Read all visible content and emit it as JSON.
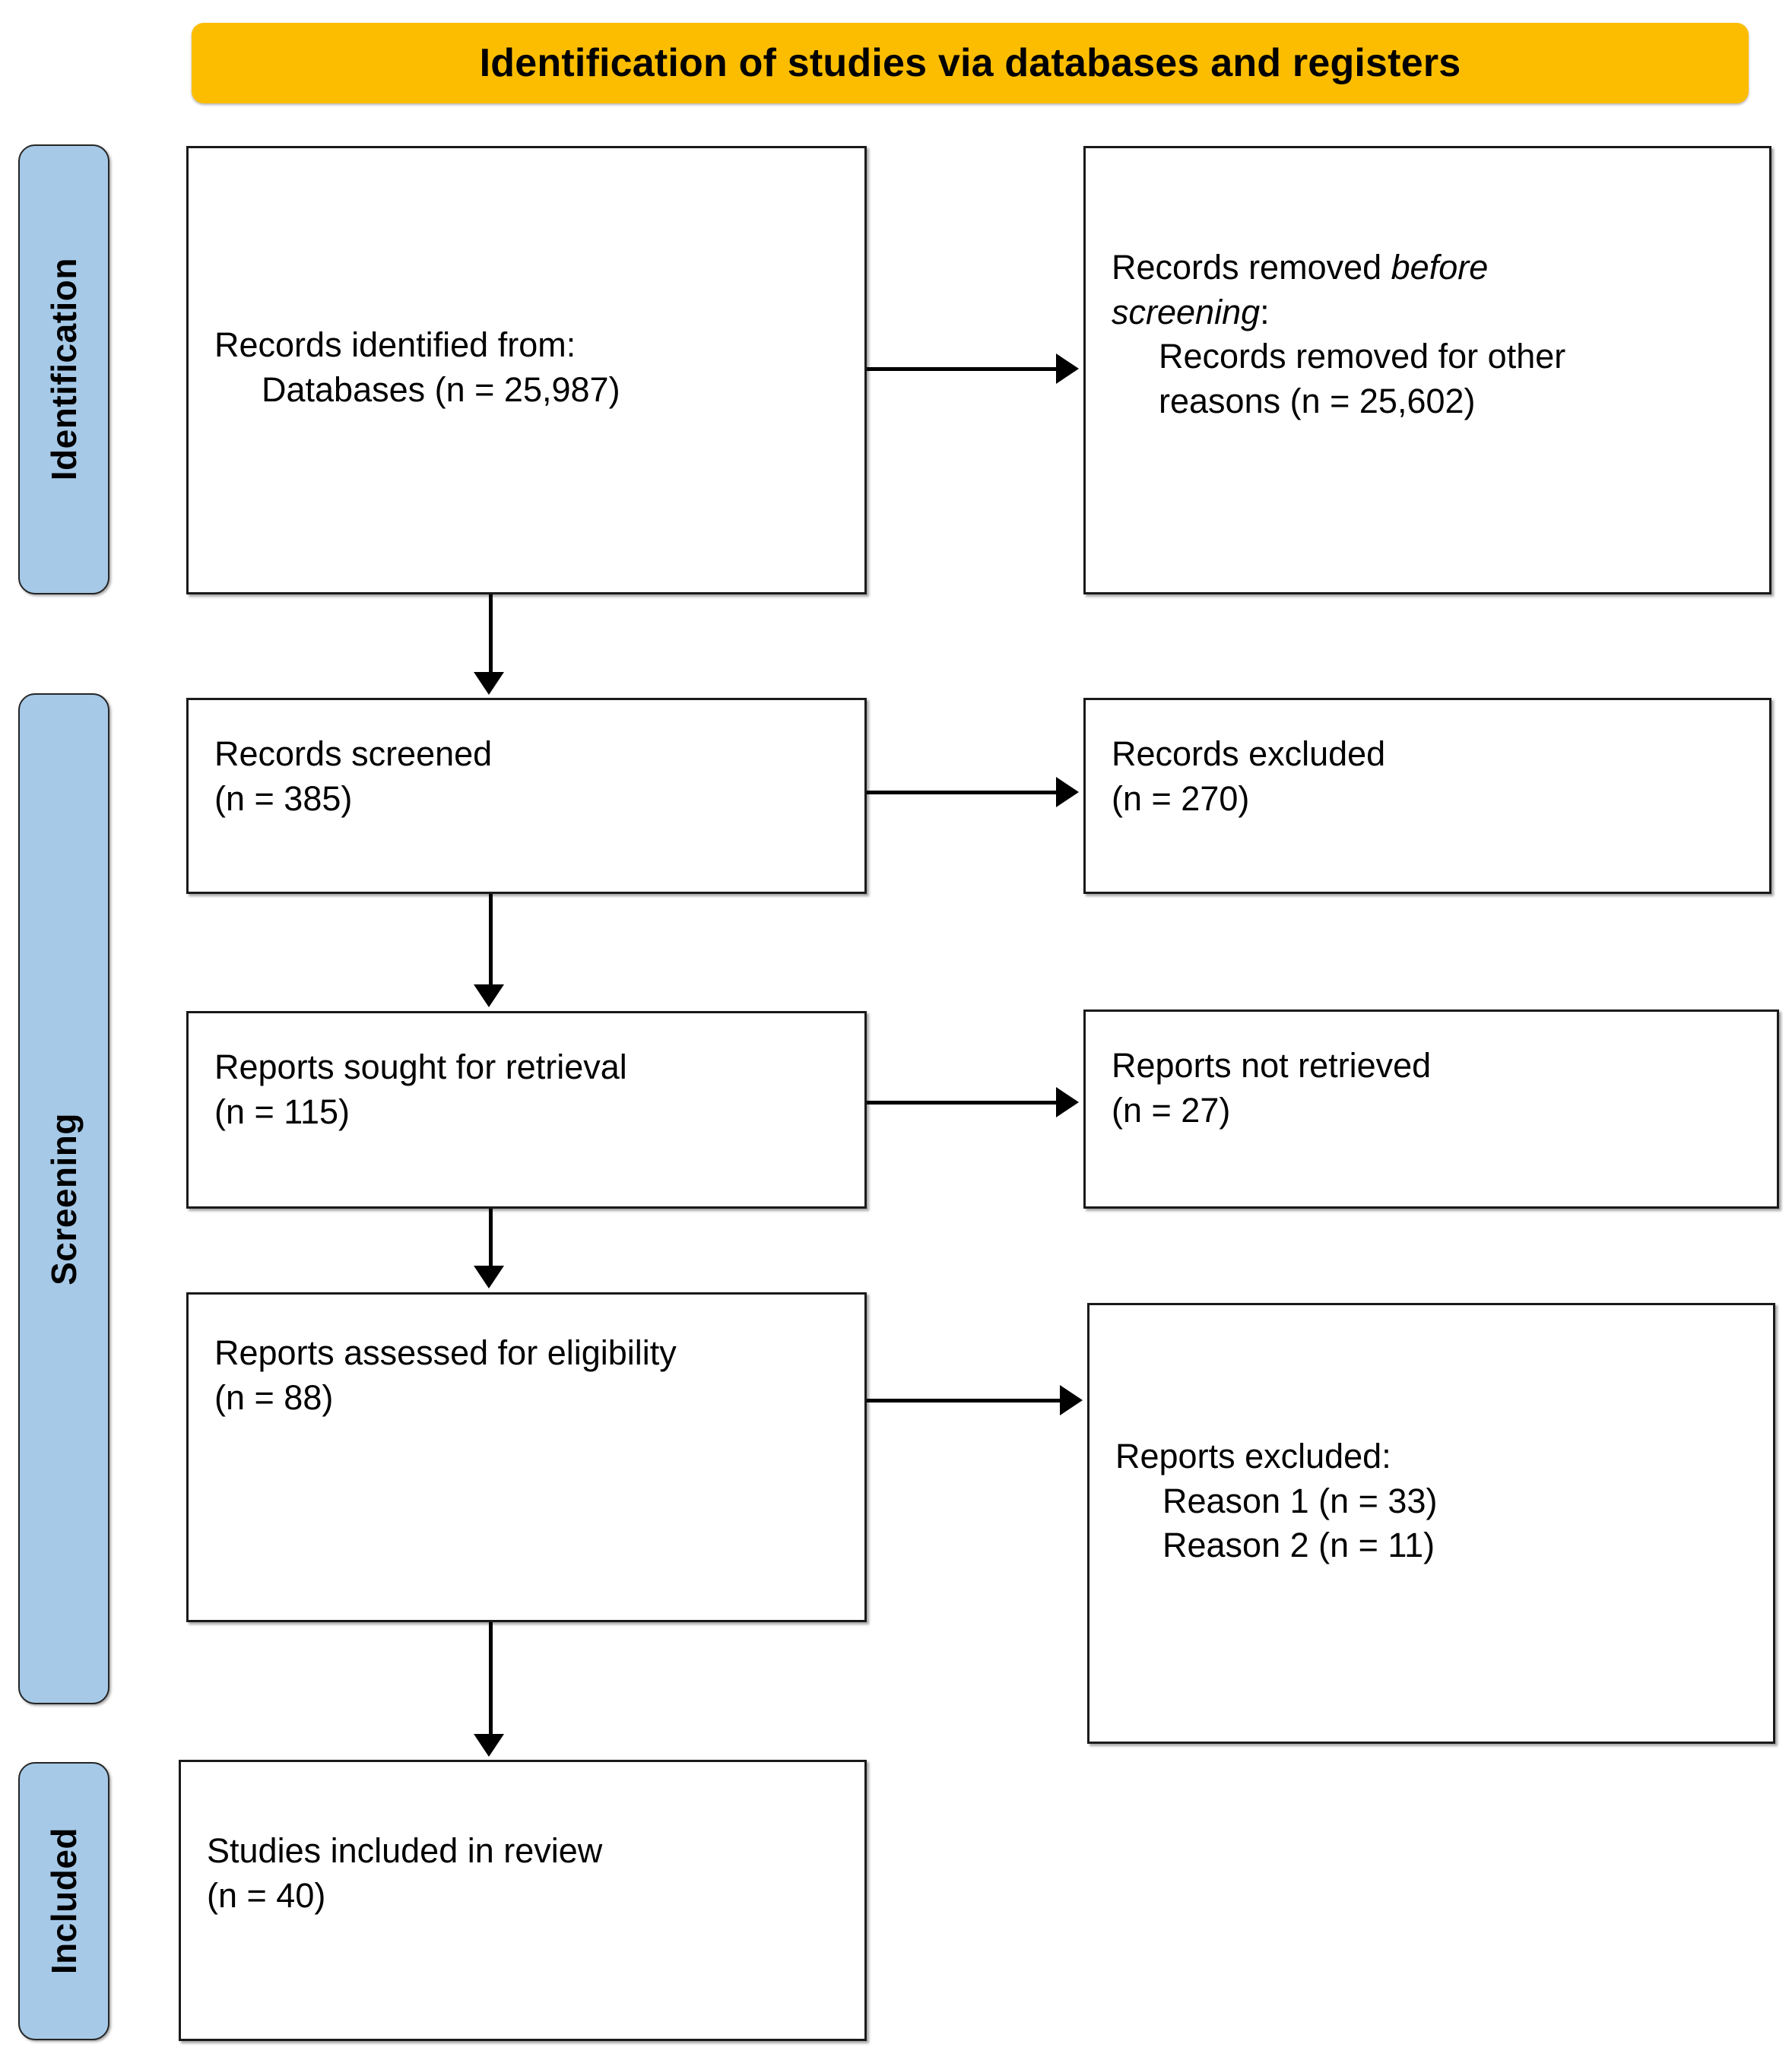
{
  "diagram": {
    "title": "Identification of studies via databases and registers",
    "type": "PRISMA flow diagram",
    "colors": {
      "banner": "#FCBD00",
      "stage_bar": "#A6C9E8",
      "box_border": "#1a1a1a",
      "box_fill": "#ffffff",
      "text": "#000000"
    }
  },
  "stages": [
    {
      "id": "identification",
      "label": "Identification"
    },
    {
      "id": "screening",
      "label": "Screening"
    },
    {
      "id": "included",
      "label": "Included"
    }
  ],
  "boxes": {
    "identified": {
      "line1": "Records identified from:",
      "line2": "Databases (n = 25,987)",
      "count": 25987
    },
    "removed_before_screening": {
      "line1_plain": "Records removed ",
      "line1_italic": "before",
      "line2_italic": "screening",
      "line2_plain": ":",
      "line3": "Records removed for other",
      "line4": "reasons (n = 25,602)",
      "count": 25602
    },
    "screened": {
      "line1": "Records screened",
      "line2": "(n = 385)",
      "count": 385
    },
    "records_excluded": {
      "line1": "Records excluded",
      "line2": "(n = 270)",
      "count": 270
    },
    "sought_for_retrieval": {
      "line1": "Reports sought for retrieval",
      "line2": "(n = 115)",
      "count": 115
    },
    "not_retrieved": {
      "line1": "Reports not retrieved",
      "line2": "(n = 27)",
      "count": 27
    },
    "assessed_for_eligibility": {
      "line1": "Reports assessed for eligibility",
      "line2": "(n = 88)",
      "count": 88
    },
    "reports_excluded": {
      "line1": "Reports excluded:",
      "line2": "Reason 1 (n = 33)",
      "line3": "Reason 2 (n = 11)",
      "reason1_count": 33,
      "reason2_count": 11
    },
    "studies_included": {
      "line1": "Studies included in review",
      "line2": "(n = 40)",
      "count": 40
    }
  }
}
